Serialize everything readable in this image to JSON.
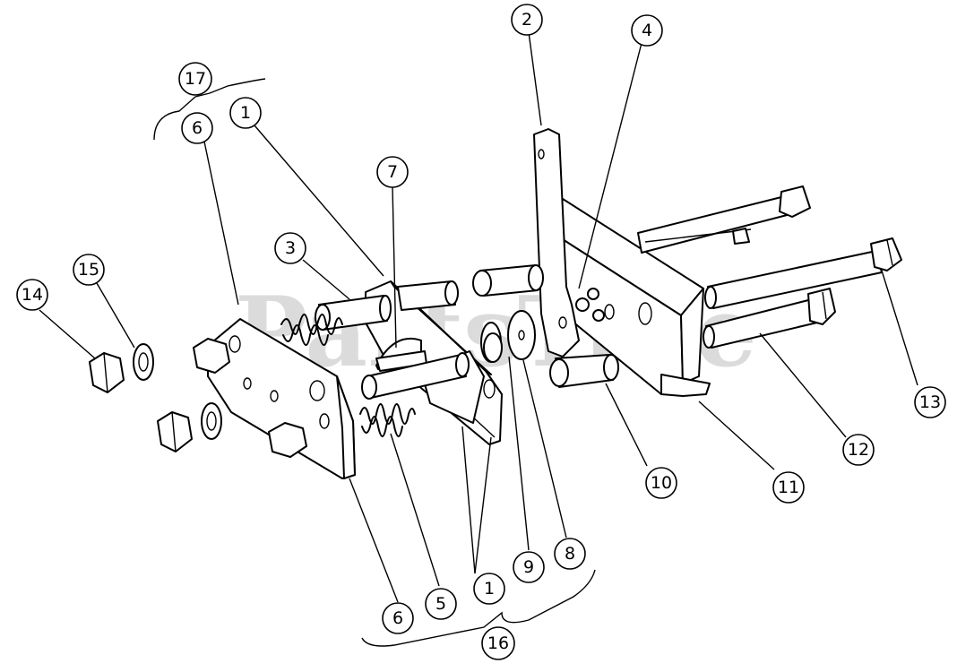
{
  "watermark": "PartsTree",
  "callouts": [
    {
      "id": "c1a",
      "label": "1"
    },
    {
      "id": "c1b",
      "label": "1"
    },
    {
      "id": "c2",
      "label": "2"
    },
    {
      "id": "c3",
      "label": "3"
    },
    {
      "id": "c4",
      "label": "4"
    },
    {
      "id": "c5",
      "label": "5"
    },
    {
      "id": "c6a",
      "label": "6"
    },
    {
      "id": "c6b",
      "label": "6"
    },
    {
      "id": "c7",
      "label": "7"
    },
    {
      "id": "c8",
      "label": "8"
    },
    {
      "id": "c9",
      "label": "9"
    },
    {
      "id": "c10",
      "label": "10"
    },
    {
      "id": "c11",
      "label": "11"
    },
    {
      "id": "c12",
      "label": "12"
    },
    {
      "id": "c13",
      "label": "13"
    },
    {
      "id": "c14",
      "label": "14"
    },
    {
      "id": "c15",
      "label": "15"
    },
    {
      "id": "c16",
      "label": "16"
    },
    {
      "id": "c17",
      "label": "17"
    }
  ]
}
